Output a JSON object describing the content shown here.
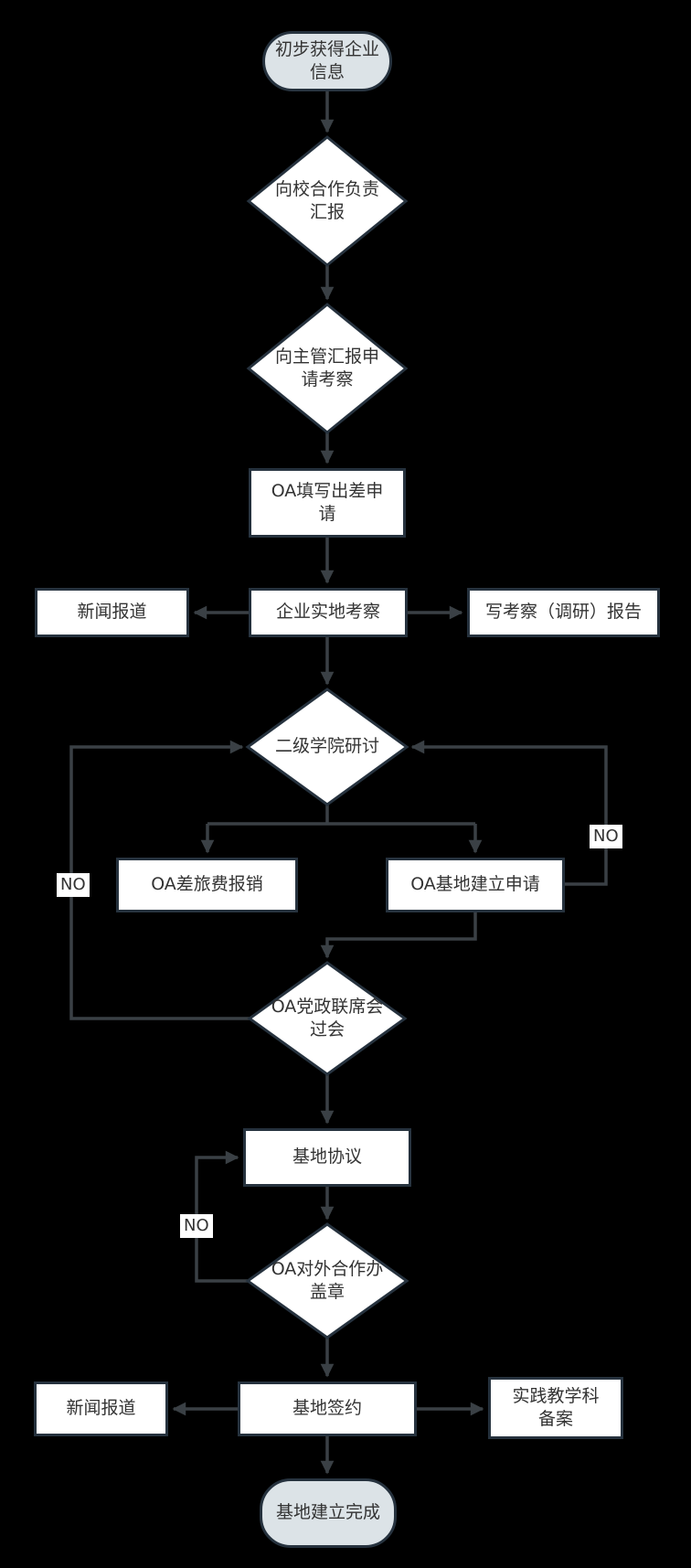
{
  "colors": {
    "background": "#000000",
    "node_fill": "#ffffff",
    "terminator_fill": "#dce3e7",
    "node_border": "#26323e",
    "connector": "#3a4045",
    "text": "#333333"
  },
  "nodes": {
    "start": {
      "type": "terminator",
      "lines": [
        "初步获得企业",
        "信息"
      ]
    },
    "report_to_school": {
      "type": "decision",
      "lines": [
        "向校合作负责",
        "汇报"
      ]
    },
    "report_to_supervisor": {
      "type": "decision",
      "lines": [
        "向主管汇报申",
        "请考察"
      ]
    },
    "oa_trip_request": {
      "type": "process",
      "lines": [
        "OA填写出差申",
        "请"
      ]
    },
    "news_1": {
      "type": "process",
      "lines": [
        "新闻报道"
      ]
    },
    "site_visit": {
      "type": "process",
      "lines": [
        "企业实地考察"
      ]
    },
    "visit_report": {
      "type": "process",
      "lines": [
        "写考察（调研）报告"
      ]
    },
    "college_review": {
      "type": "decision",
      "lines": [
        "二级学院研讨"
      ]
    },
    "oa_expense": {
      "type": "process",
      "lines": [
        "OA差旅费报销"
      ]
    },
    "oa_base_request": {
      "type": "process",
      "lines": [
        "OA基地建立申请"
      ]
    },
    "oa_joint_meeting": {
      "type": "decision",
      "lines": [
        "OA党政联席会",
        "过会"
      ]
    },
    "base_agreement": {
      "type": "process",
      "lines": [
        "基地协议"
      ]
    },
    "oa_coop_seal": {
      "type": "decision",
      "lines": [
        "OA对外合作办",
        "盖章"
      ]
    },
    "news_2": {
      "type": "process",
      "lines": [
        "新闻报道"
      ]
    },
    "base_signing": {
      "type": "process",
      "lines": [
        "基地签约"
      ]
    },
    "teaching_filing": {
      "type": "process",
      "lines": [
        "实践教学科",
        "备案"
      ]
    },
    "end": {
      "type": "terminator",
      "lines": [
        "基地建立完成"
      ]
    }
  },
  "labels": {
    "no_left": "NO",
    "no_right": "NO",
    "no_mid": "NO"
  },
  "edges": [
    {
      "from": "初步获得企业信息",
      "to": "向校合作负责汇报",
      "label": ""
    },
    {
      "from": "向校合作负责汇报",
      "to": "向主管汇报申请考察",
      "label": ""
    },
    {
      "from": "向主管汇报申请考察",
      "to": "OA填写出差申请",
      "label": ""
    },
    {
      "from": "OA填写出差申请",
      "to": "企业实地考察",
      "label": ""
    },
    {
      "from": "企业实地考察",
      "to": "新闻报道",
      "label": ""
    },
    {
      "from": "企业实地考察",
      "to": "写考察（调研）报告",
      "label": ""
    },
    {
      "from": "企业实地考察",
      "to": "二级学院研讨",
      "label": ""
    },
    {
      "from": "二级学院研讨",
      "to": "OA差旅费报销",
      "label": ""
    },
    {
      "from": "二级学院研讨",
      "to": "OA基地建立申请",
      "label": ""
    },
    {
      "from": "OA基地建立申请",
      "to": "二级学院研讨",
      "label": "NO"
    },
    {
      "from": "OA基地建立申请",
      "to": "OA党政联席会过会",
      "label": ""
    },
    {
      "from": "OA党政联席会过会",
      "to": "二级学院研讨",
      "label": "NO"
    },
    {
      "from": "OA党政联席会过会",
      "to": "基地协议",
      "label": ""
    },
    {
      "from": "基地协议",
      "to": "OA对外合作办盖章",
      "label": ""
    },
    {
      "from": "OA对外合作办盖章",
      "to": "基地协议",
      "label": "NO"
    },
    {
      "from": "OA对外合作办盖章",
      "to": "基地签约",
      "label": ""
    },
    {
      "from": "基地签约",
      "to": "新闻报道",
      "label": ""
    },
    {
      "from": "基地签约",
      "to": "实践教学科备案",
      "label": ""
    },
    {
      "from": "基地签约",
      "to": "基地建立完成",
      "label": ""
    }
  ]
}
